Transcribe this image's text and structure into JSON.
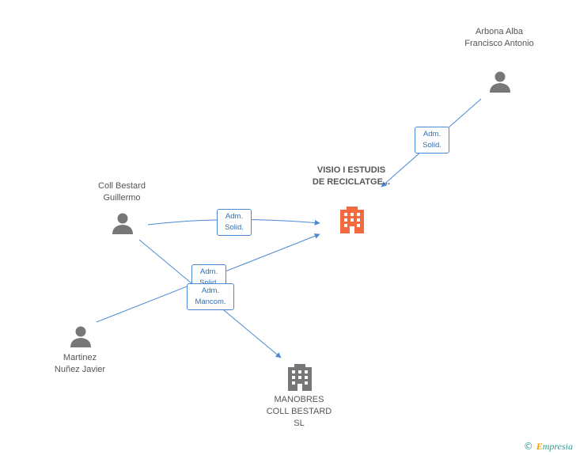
{
  "nodes": {
    "arbona": {
      "label": "Arbona Alba Francisco Antonio",
      "type": "person"
    },
    "coll": {
      "label": "Coll Bestard Guillermo",
      "type": "person"
    },
    "martinez": {
      "label": "Martinez Nuñez Javier",
      "type": "person"
    },
    "visio": {
      "label": "VISIO I ESTUDIS DE RECICLATGE...",
      "type": "company",
      "color": "#f26a3d"
    },
    "manobres": {
      "label": "MANOBRES COLL BESTARD SL",
      "type": "company",
      "color": "#777777"
    }
  },
  "edges": {
    "arbona_visio": {
      "line1": "Adm.",
      "line2": "Solid."
    },
    "coll_visio": {
      "line1": "Adm.",
      "line2": "Solid."
    },
    "coll_manobres": {
      "line1": "Adm.",
      "line2": "Solid."
    },
    "martinez_visio": {
      "line1": "Adm.",
      "line2": "Mancom."
    }
  },
  "colors": {
    "edge": "#4a8ad4",
    "person": "#777777"
  },
  "footer": {
    "copyright": "©",
    "brand_initial": "E",
    "brand_rest": "mpresia"
  }
}
